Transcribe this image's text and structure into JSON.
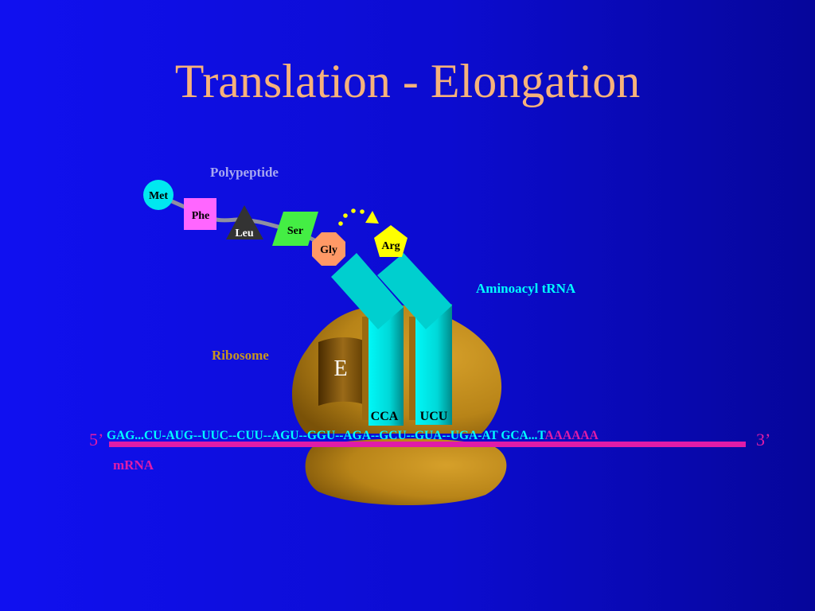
{
  "title": "Translation - Elongation",
  "labels": {
    "polypeptide": "Polypeptide",
    "aminoacyl_trna": "Aminoacyl tRNA",
    "ribosome": "Ribosome",
    "mrna": "mRNA",
    "five_prime": "5’",
    "three_prime": "3’",
    "e_site": "E"
  },
  "amino_acids": {
    "met": "Met",
    "phe": "Phe",
    "leu": "Leu",
    "ser": "Ser",
    "gly": "Gly",
    "arg": "Arg"
  },
  "anticodons": {
    "left": "CCA",
    "right": "UCU"
  },
  "mrna_sequence": {
    "part1": "GAG...",
    "part2": "CU-AUG--UUC--CUU--AGU--GGU--AGA--GCU--GUA--UGA-",
    "part3": "AT GCA...T",
    "poly_a": "AAAAAA"
  },
  "colors": {
    "background": "#0c0cd0",
    "title": "#f7b27a",
    "polypeptide_label": "#a8a8f0",
    "aminoacyl_label": "#00ffff",
    "ribosome_label": "#c8961e",
    "ribosome": "#c8961e",
    "trna": "#00e0e0",
    "mrna_line": "#e01ca8",
    "mrna_text": "#00ffff",
    "poly_a": "#e01ca8",
    "met": "#00e8f0",
    "phe": "#ff66ff",
    "leu": "#333333",
    "ser": "#44ee44",
    "gly": "#ff9966",
    "arg": "#ffff00"
  }
}
